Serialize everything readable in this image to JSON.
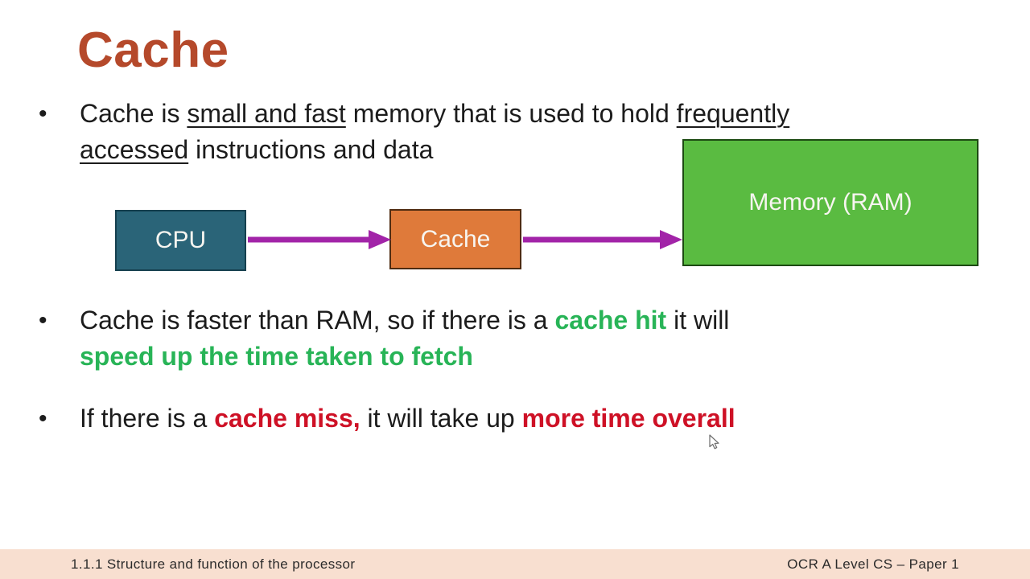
{
  "slide": {
    "title": "Cache"
  },
  "list": {
    "marker": "•"
  },
  "bullets": [
    {
      "lines": [
        [
          {
            "t": "Cache is ",
            "s": "plain"
          },
          {
            "t": "small and fast",
            "s": "u"
          },
          {
            "t": " memory that is used to hold ",
            "s": "plain"
          },
          {
            "t": "frequently",
            "s": "u"
          }
        ],
        [
          {
            "t": "accessed",
            "s": "u"
          },
          {
            "t": " instructions and data",
            "s": "plain"
          }
        ]
      ]
    },
    {
      "lines": [
        [
          {
            "t": "Cache is faster than RAM, so if there is a ",
            "s": "plain"
          },
          {
            "t": "cache hit",
            "s": "green"
          },
          {
            "t": " it will",
            "s": "plain"
          }
        ],
        [
          {
            "t": "speed up the time taken to fetch",
            "s": "green"
          }
        ]
      ]
    },
    {
      "lines": [
        [
          {
            "t": "If there is a ",
            "s": "plain"
          },
          {
            "t": "cache miss,",
            "s": "red"
          },
          {
            "t": " it will take up ",
            "s": "plain"
          },
          {
            "t": "more time overall",
            "s": "red"
          }
        ]
      ]
    }
  ],
  "diagram": {
    "boxes": [
      {
        "id": "cpu",
        "label": "CPU"
      },
      {
        "id": "cache",
        "label": "Cache"
      },
      {
        "id": "ram",
        "label": "Memory (RAM)"
      }
    ]
  },
  "footer": {
    "left": "1.1.1 Structure and function of the processor",
    "right": "OCR A Level CS – Paper 1"
  },
  "colors": {
    "title_accent": "#B5492B",
    "body_text": "#1C1C1C",
    "green_accent": "#28B457",
    "red_accent": "#CE1126",
    "cpu_fill": "#2A6478",
    "cpu_border": "#16404F",
    "cache_fill": "#DF7A3A",
    "cache_border": "#4F2B10",
    "ram_fill": "#5ABB41",
    "ram_border": "#1D4A12",
    "arrow": "#A224A8",
    "footer_bg": "#F8DFD0",
    "footer_text": "#2B2B2B",
    "box_label": "#F7F5F0"
  }
}
